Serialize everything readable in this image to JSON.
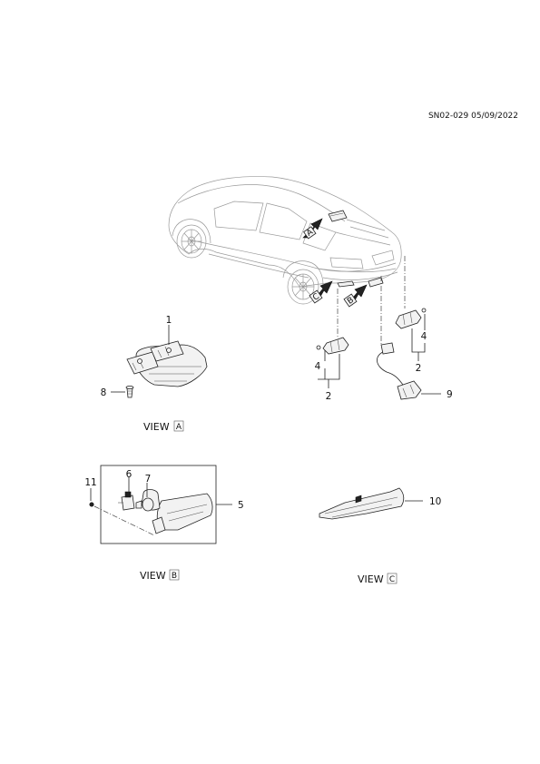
{
  "drawing_code": "SN02-029 05/09/2022",
  "views": {
    "a": {
      "prefix": "VIEW",
      "letter": "A"
    },
    "b": {
      "prefix": "VIEW",
      "letter": "B"
    },
    "c": {
      "prefix": "VIEW",
      "letter": "C"
    }
  },
  "arrow_letters": {
    "a": "A",
    "b": "B",
    "c": "C"
  },
  "callouts": {
    "c1": "1",
    "c2a": "2",
    "c2b": "2",
    "c4a": "4",
    "c4b": "4",
    "c5": "5",
    "c6": "6",
    "c7": "7",
    "c8": "8",
    "c9": "9",
    "c10": "10",
    "c11": "11"
  }
}
